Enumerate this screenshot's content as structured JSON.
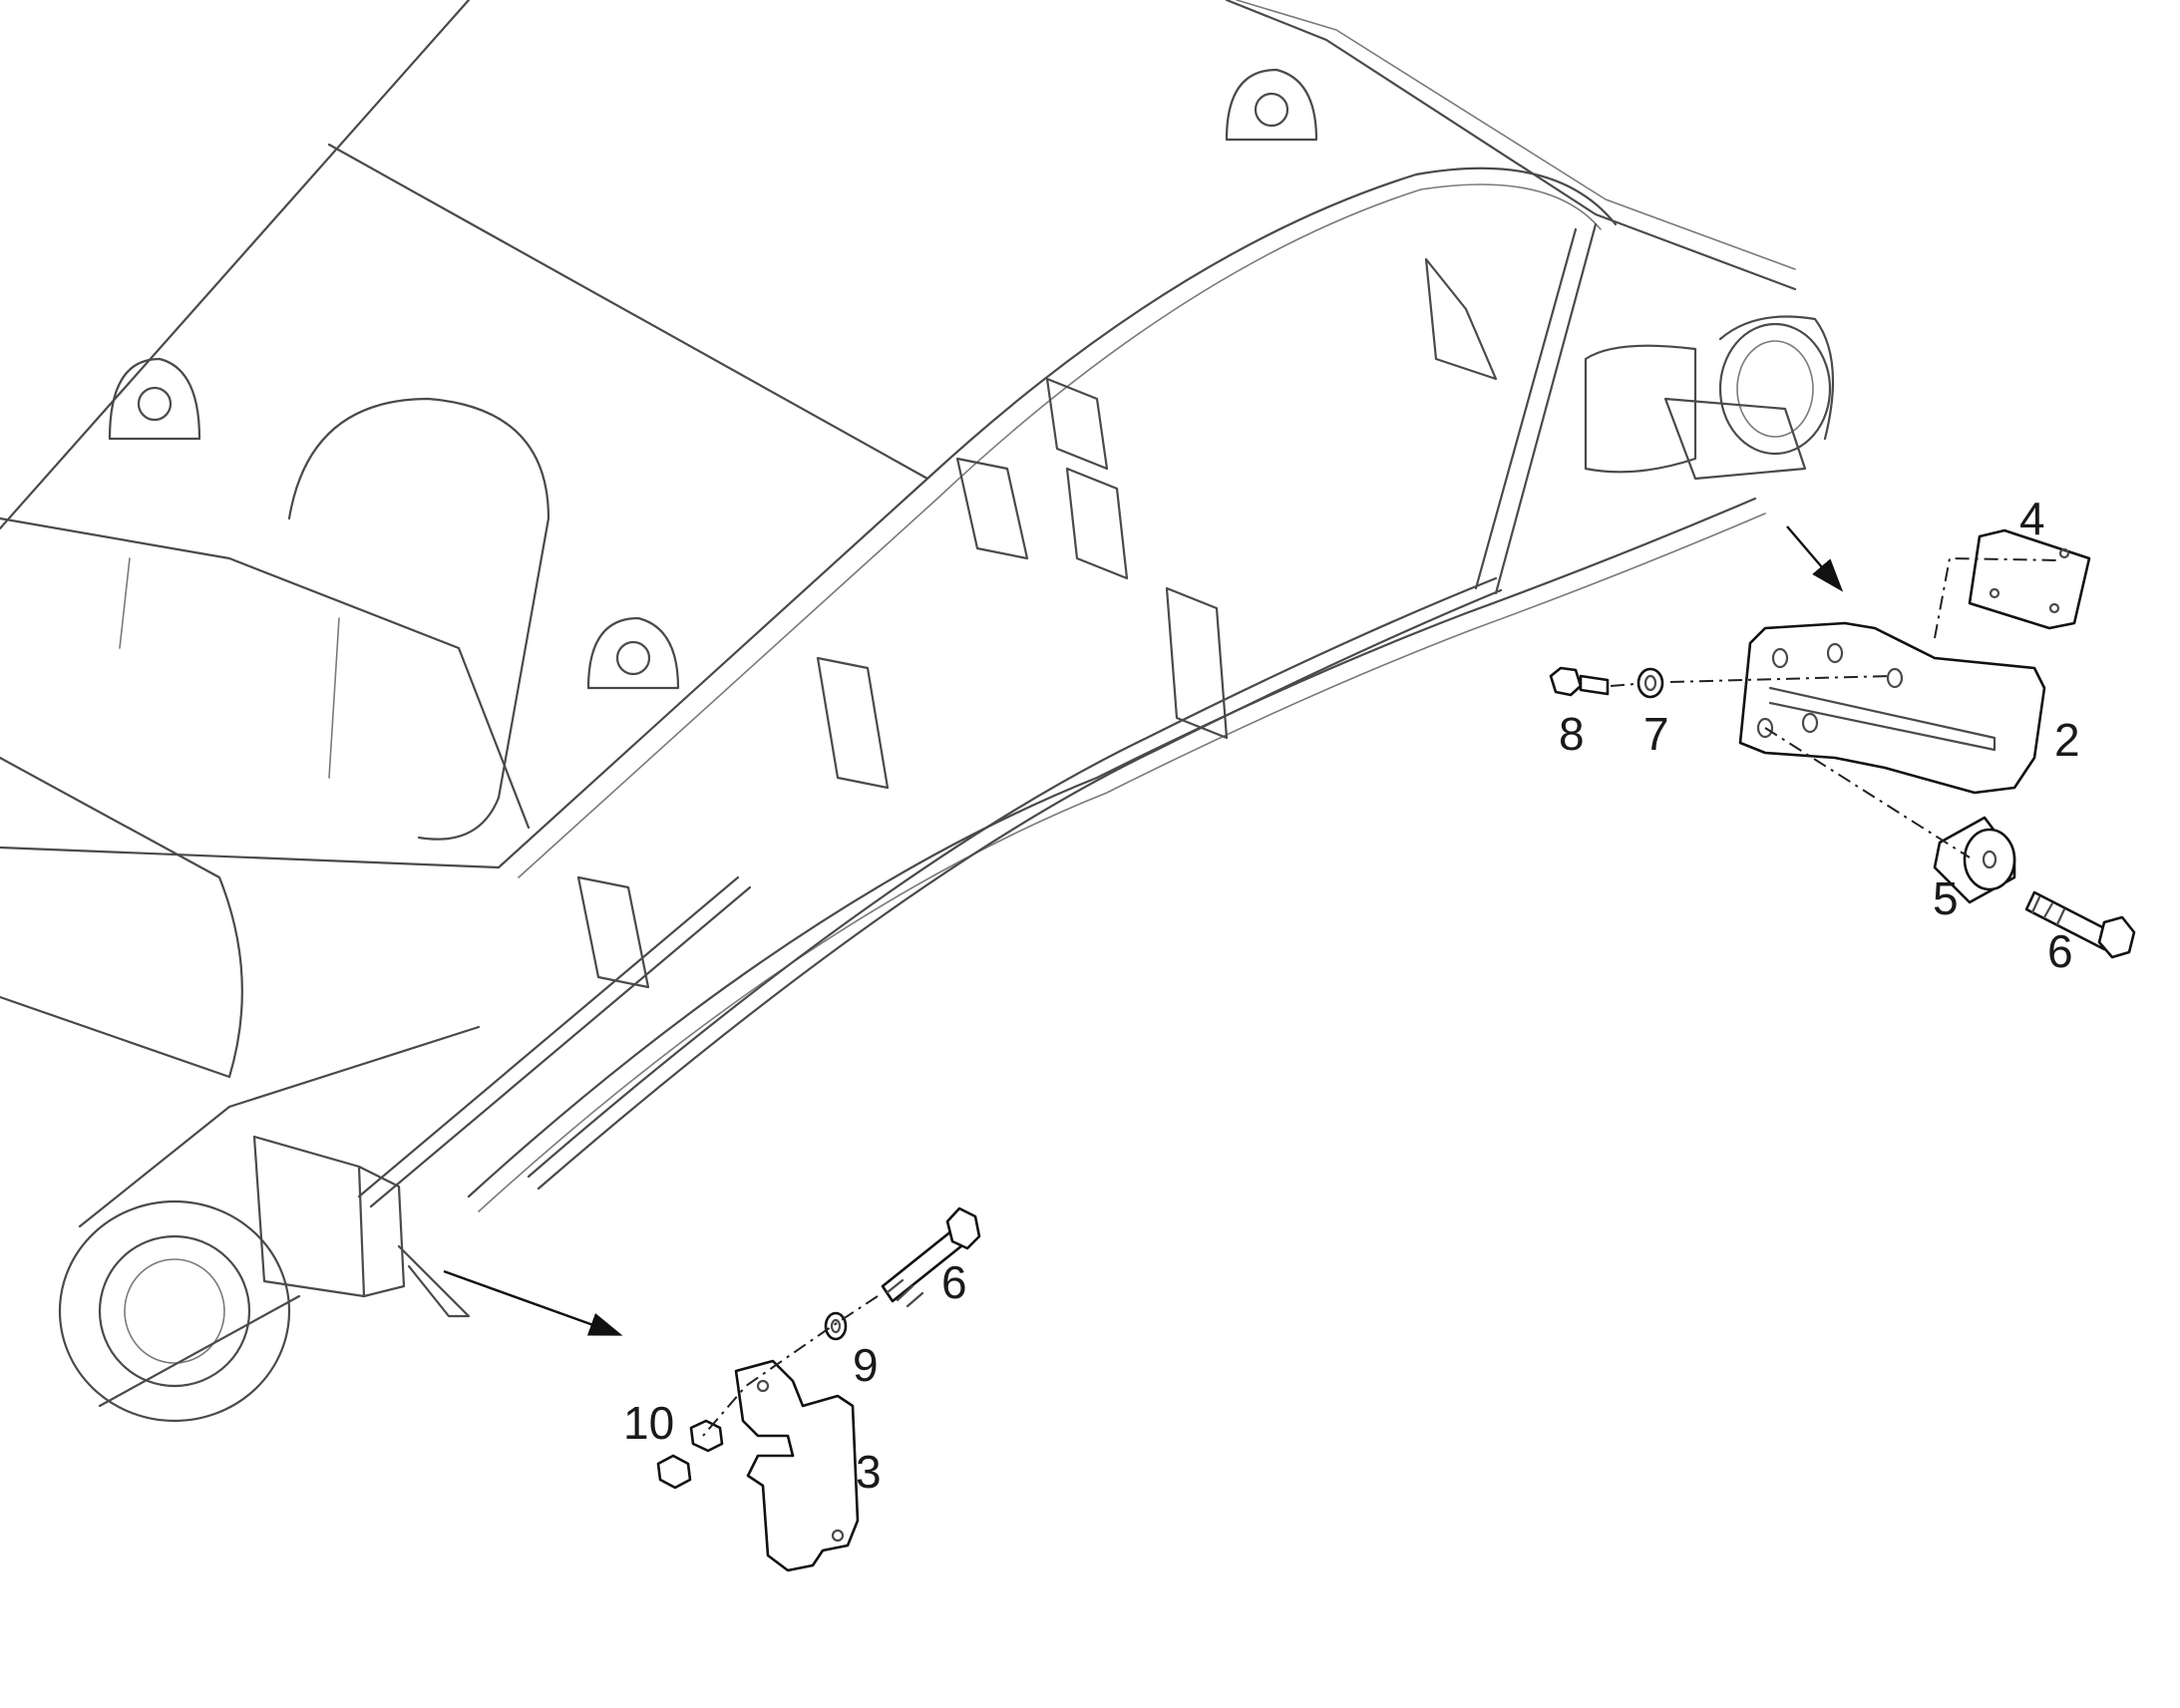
{
  "callouts": [
    {
      "id": "c2",
      "text": "2"
    },
    {
      "id": "c3",
      "text": "3"
    },
    {
      "id": "c4",
      "text": "4"
    },
    {
      "id": "c5",
      "text": "5"
    },
    {
      "id": "c6a",
      "text": "6"
    },
    {
      "id": "c6b",
      "text": "6"
    },
    {
      "id": "c7",
      "text": "7"
    },
    {
      "id": "c8",
      "text": "8"
    },
    {
      "id": "c9",
      "text": "9"
    },
    {
      "id": "c10",
      "text": "10"
    }
  ],
  "colors": {
    "line": "#4a4a4a",
    "part": "#111111",
    "background": "#ffffff"
  }
}
